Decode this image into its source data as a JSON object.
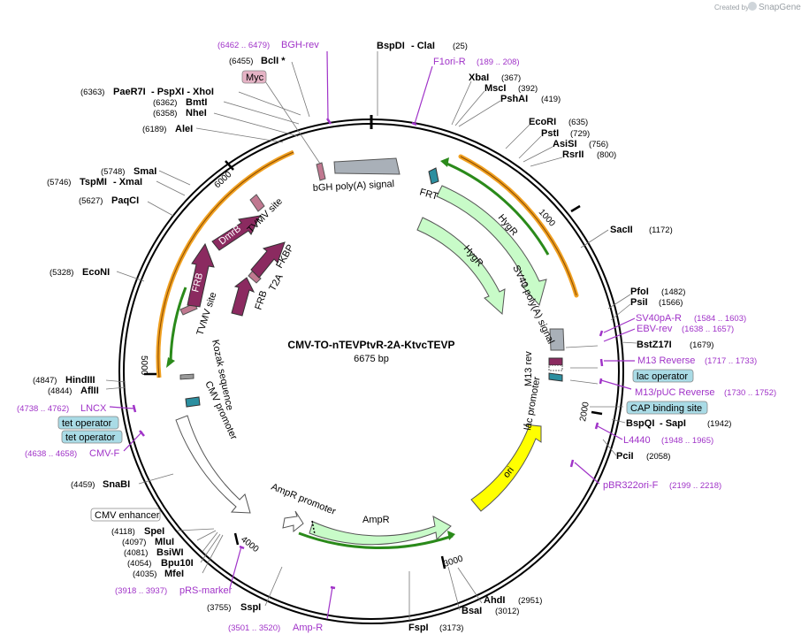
{
  "credit": {
    "prefix": "Created by",
    "brand": "SnapGene"
  },
  "plasmid": {
    "name": "CMV-TO-nTEVPtvR-2A-KtvcTEVP",
    "size": "6675 bp"
  },
  "ticks": [
    "1000",
    "2000",
    "3000",
    "4000",
    "5000",
    "6000"
  ],
  "enzymes": [
    {
      "name": "BspDI",
      "extra": " - ClaI",
      "pos": "(25)"
    },
    {
      "name": "XbaI",
      "pos": "(367)"
    },
    {
      "name": "MscI",
      "pos": "(392)"
    },
    {
      "name": "PshAI",
      "pos": "(419)"
    },
    {
      "name": "EcoRI",
      "pos": "(635)"
    },
    {
      "name": "PstI",
      "pos": "(729)"
    },
    {
      "name": "AsiSI",
      "pos": "(756)"
    },
    {
      "name": "RsrII",
      "pos": "(800)"
    },
    {
      "name": "SacII",
      "pos": "(1172)"
    },
    {
      "name": "PfoI",
      "pos": "(1482)"
    },
    {
      "name": "PsiI",
      "pos": "(1566)"
    },
    {
      "name": "BstZ17I",
      "pos": "(1679)"
    },
    {
      "name": "BspQI",
      "extra": " - SapI",
      "pos": "(1942)"
    },
    {
      "name": "PciI",
      "pos": "(2058)"
    },
    {
      "name": "AhdI",
      "pos": "(2951)"
    },
    {
      "name": "BsaI",
      "pos": "(3012)"
    },
    {
      "name": "FspI",
      "pos": "(3173)"
    },
    {
      "name": "SspI",
      "pos": "(3755)"
    },
    {
      "name": "MfeI",
      "pos": "(4035)"
    },
    {
      "name": "Bpu10I",
      "pos": "(4054)"
    },
    {
      "name": "BsiWI",
      "pos": "(4081)"
    },
    {
      "name": "MluI",
      "pos": "(4097)"
    },
    {
      "name": "SpeI",
      "pos": "(4118)"
    },
    {
      "name": "SnaBI",
      "pos": "(4459)"
    },
    {
      "name": "AflII",
      "pos": "(4844)"
    },
    {
      "name": "HindIII",
      "pos": "(4847)"
    },
    {
      "name": "EcoNI",
      "pos": "(5328)"
    },
    {
      "name": "PaqCI",
      "pos": "(5627)"
    },
    {
      "name": "TspMI",
      "extra": " - XmaI",
      "pos": "(5746)"
    },
    {
      "name": "SmaI",
      "pos": "(5748)"
    },
    {
      "name": "AleI",
      "pos": "(6189)"
    },
    {
      "name": "NheI",
      "pos": "(6358)"
    },
    {
      "name": "BmtI",
      "pos": "(6362)"
    },
    {
      "name": "PaeR7I",
      "extra": " - PspXI  - XhoI",
      "pos": "(6363)"
    },
    {
      "name": "BclI *",
      "pos": "(6455)"
    }
  ],
  "primers": [
    {
      "name": "BGH-rev",
      "pos": "(6462 .. 6479)"
    },
    {
      "name": "F1ori-R",
      "pos": "(189 .. 208)"
    },
    {
      "name": "SV40pA-R",
      "pos": "(1584 .. 1603)"
    },
    {
      "name": "EBV-rev",
      "pos": "(1638 .. 1657)"
    },
    {
      "name": "M13 Reverse",
      "pos": "(1717 .. 1733)"
    },
    {
      "name": "M13/pUC Reverse",
      "pos": "(1730 .. 1752)"
    },
    {
      "name": "L4440",
      "pos": "(1948 .. 1965)"
    },
    {
      "name": "pBR322ori-F",
      "pos": "(2199 .. 2218)"
    },
    {
      "name": "Amp-R",
      "pos": "(3501 .. 3520)"
    },
    {
      "name": "pRS-marker",
      "pos": "(3918 .. 3937)"
    },
    {
      "name": "CMV-F",
      "pos": "(4638 .. 4658)"
    },
    {
      "name": "LNCX",
      "pos": "(4738 .. 4762)"
    }
  ],
  "boxed_features": {
    "myc": "Myc",
    "lac_operator": "lac operator",
    "cap_site": "CAP binding site",
    "tet_operator_1": "tet operator",
    "tet_operator_2": "tet operator",
    "cmv_enhancer": "CMV enhancer"
  },
  "features": {
    "bgh": "bGH poly(A) signal",
    "frt": "FRT",
    "hygr_outer": "HygR",
    "hygr_inner": "HygR",
    "sv40": "SV40 poly(A) signal",
    "m13rev": "M13 rev",
    "lacp": "lac promoter",
    "ori": "ori",
    "ampr": "AmpR",
    "amp_prom": "AmpR promoter",
    "cmv_prom": "CMV promoter",
    "kozak": "Kozak sequence",
    "tvmv1": "TVMV site",
    "tvmv2": "TVMV site",
    "dmrb": "DmrB",
    "frb1": "FRB",
    "frb2": "FRB",
    "fkbp": "FKBP",
    "t2a": "T2A"
  },
  "colors": {
    "primer": "#a033c8",
    "purple_feature": "#8b2a60",
    "green_feature": "#c8fbc8",
    "ori": "#ffff00",
    "orange_orf": "#f0a020",
    "dark_green_orf": "#2a8a1a",
    "boxed_blue": "#a9dbe6",
    "myc_pink": "#e5b3c5"
  }
}
